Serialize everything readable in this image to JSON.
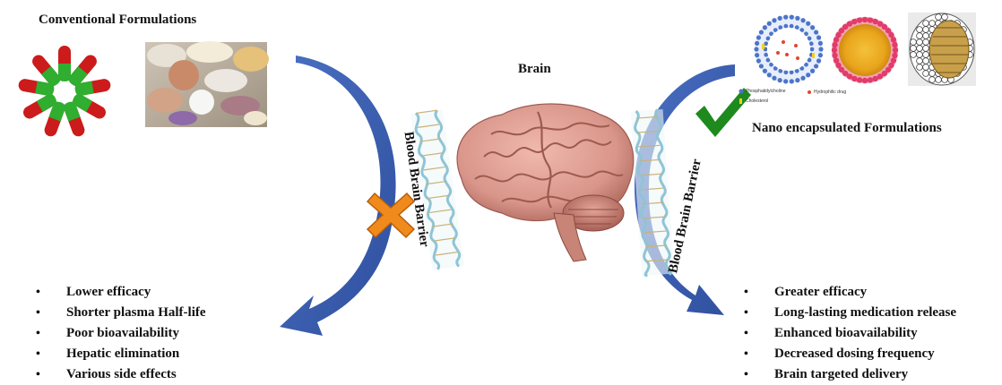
{
  "left_panel": {
    "title": "Conventional Formulations",
    "items": [
      "Lower efficacy",
      "Shorter plasma Half-life",
      "Poor bioavailability",
      "Hepatic elimination",
      "Various side effects"
    ]
  },
  "center": {
    "title": "Brain",
    "barrier_left": "Blood Brain Barrier",
    "barrier_right": "Blood Brain Barrier"
  },
  "right_panel": {
    "title": "Nano encapsulated Formulations",
    "legend": {
      "phosphatidylcholine": "Phosphatidylcholine",
      "hydrophilic_drug": "Hydrophilic drug",
      "cholesterol": "Cholesterol"
    },
    "items": [
      "Greater efficacy",
      "Long-lasting medication release",
      "Enhanced bioavailability",
      "Decreased dosing frequency",
      "Brain targeted delivery"
    ]
  },
  "colors": {
    "arrow": "#3f62b8",
    "cross": "#f08a1c",
    "check": "#1e8a1e",
    "capsule_red": "#cc1b1b",
    "capsule_green": "#2fae2f",
    "brain": "#d9958a"
  },
  "icons": [
    "capsules-image",
    "tablets-image",
    "brain-image",
    "liposome-image",
    "micelle-image",
    "nanosphere-image",
    "cross-icon",
    "check-icon",
    "bbb-membrane"
  ]
}
